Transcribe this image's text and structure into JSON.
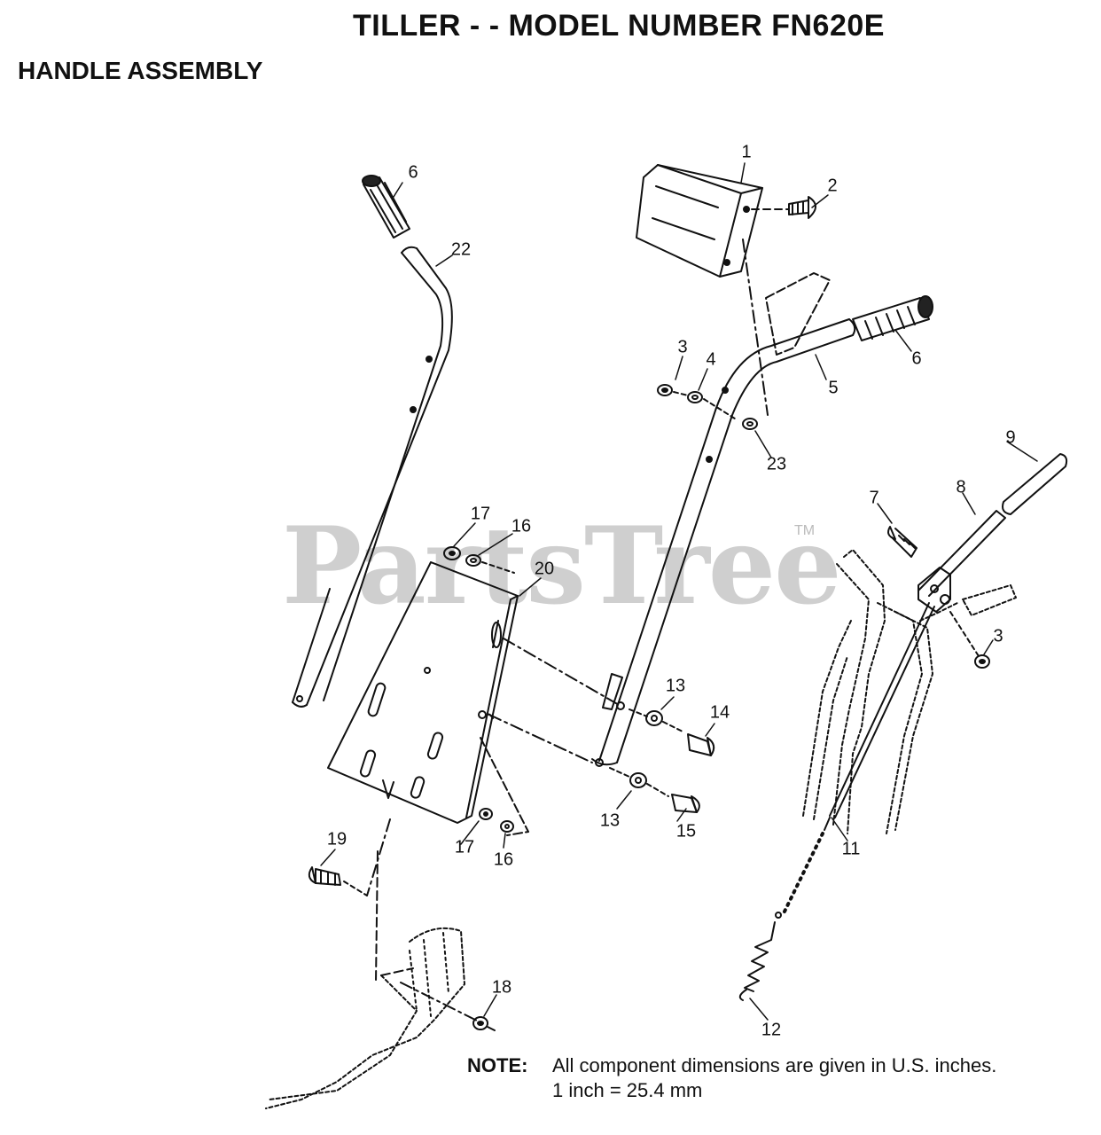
{
  "title": "TILLER - - MODEL NUMBER FN620E",
  "section": "HANDLE ASSEMBLY",
  "watermark": "PartsTree",
  "watermark_tm": "TM",
  "note": {
    "label": "NOTE:",
    "line1": "All component dimensions are given in U.S. inches.",
    "line2": "1 inch = 25.4 mm"
  },
  "callouts": {
    "c1": "1",
    "c2": "2",
    "c3a": "3",
    "c3b": "3",
    "c4": "4",
    "c5": "5",
    "c6a": "6",
    "c6b": "6",
    "c7": "7",
    "c8": "8",
    "c9": "9",
    "c11": "11",
    "c12": "12",
    "c13a": "13",
    "c13b": "13",
    "c14": "14",
    "c15": "15",
    "c16a": "16",
    "c16b": "16",
    "c17a": "17",
    "c17b": "17",
    "c18": "18",
    "c19": "19",
    "c20": "20",
    "c22": "22",
    "c23": "23"
  }
}
